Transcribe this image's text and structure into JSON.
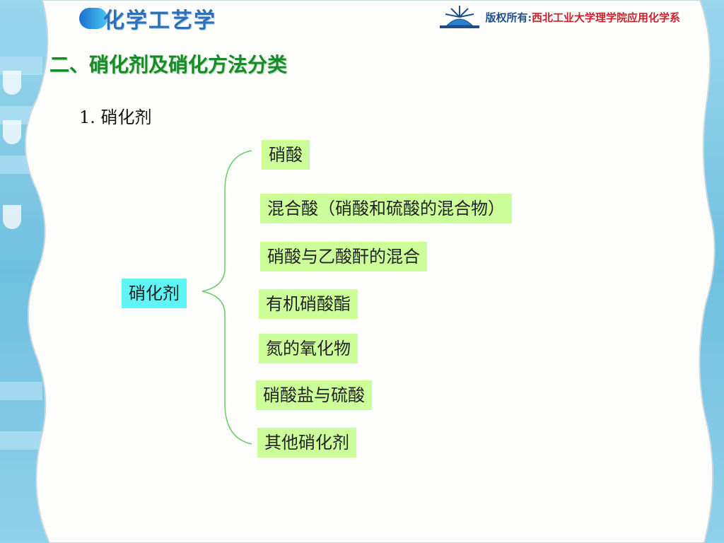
{
  "header": {
    "logo_text": "化学工艺学",
    "copyright_label": "版权所有:",
    "copyright_org": "西北工业大学理学院应用化学系"
  },
  "slide": {
    "title": "二、硝化剂及硝化方法分类",
    "subtitle": "1. 硝化剂"
  },
  "diagram": {
    "root": "硝化剂",
    "leaves": [
      "硝酸",
      "混合酸（硝酸和硫酸的混合物）",
      "硝酸与乙酸酐的混合",
      "有机硝酸酯",
      "氮的氧化物",
      "硝酸盐与硫酸",
      "其他硝化剂"
    ]
  },
  "colors": {
    "title_green": "#198a2a",
    "root_fill": "#5ff5f5",
    "leaf_fill": "#ccff99",
    "brace_stroke": "#66cc66"
  }
}
